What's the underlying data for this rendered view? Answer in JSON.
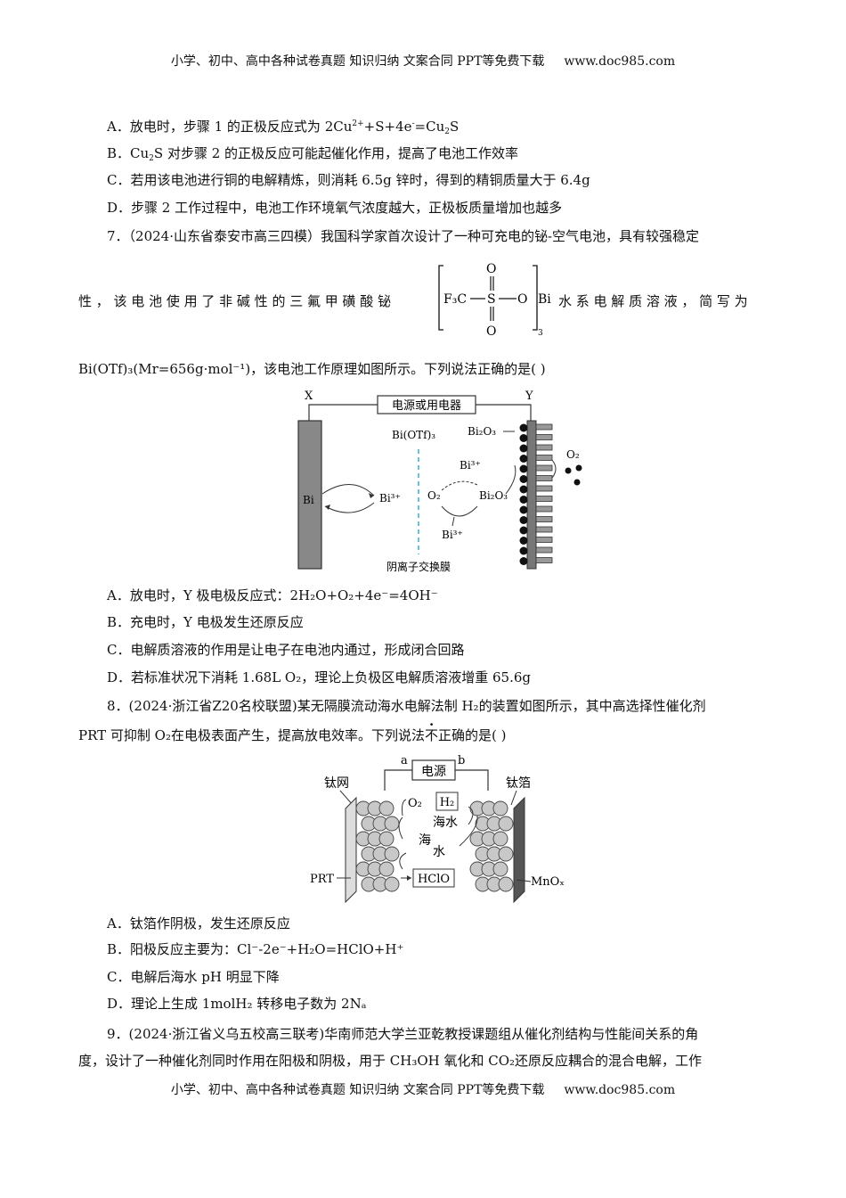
{
  "header": {
    "text": "小学、初中、高中各种试卷真题 知识归纳 文案合同 PPT等免费下载",
    "site": "www.doc985.com"
  },
  "footer": {
    "text": "小学、初中、高中各种试卷真题 知识归纳 文案合同 PPT等免费下载",
    "site": "www.doc985.com"
  },
  "q6": {
    "a": {
      "label": "A．",
      "text1": "放电时，步骤 1 的正极反应式为 2Cu",
      "sup1": "2+",
      "text2": "+S+4e",
      "sup2": "-",
      "text3": "=Cu",
      "sub1": "2",
      "text4": "S"
    },
    "b": {
      "label": "B．",
      "text1": "Cu",
      "sub1": "2",
      "text2": "S 对步骤 2 的正极反应可能起催化作用，提高了电池工作效率"
    },
    "c": {
      "label": "C．",
      "text": "若用该电池进行铜的电解精炼，则消耗 6.5g 锌时，得到的精铜质量大于 6.4g"
    },
    "d": {
      "label": "D．",
      "text": "步骤 2 工作过程中，电池工作环境氧气浓度越大，正极板质量增加也越多"
    }
  },
  "q7": {
    "stem1": "7．（2024·山东省泰安市高三四模）我国科学家首次设计了一种可充电的铋-空气电池，具有较强稳定",
    "stem2_left": "性 ， 该 电 池 使 用 了 非 碱 性 的 三 氟 甲 磺 酸 铋",
    "stem2_right": "水 系 电 解 质 溶 液 ， 简 写 为",
    "stem3": "Bi(OTf)₃(Mr=656g·mol⁻¹)，该电池工作原理如图所示。下列说法正确的是(    )",
    "formula": {
      "f3c": "F₃C",
      "s": "S",
      "o_top": "O",
      "o_bottom": "O",
      "o_right": "O",
      "bi": "Bi",
      "sub3": "3"
    },
    "figure": {
      "x": "X",
      "y": "Y",
      "source": "电源或用电器",
      "electrolyte": "Bi(OTf)₃",
      "bi": "Bi",
      "bi3_left": "Bi³⁺",
      "bi2o3_top": "Bi₂O₃",
      "bi3_mid": "Bi³⁺",
      "o2_mid": "O₂",
      "bi2o3_mid": "Bi₂O₃",
      "bi3_bottom": "Bi³⁺",
      "o2_right": "O₂",
      "membrane": "阴离子交换膜"
    },
    "a": "A．放电时，Y 极电极反应式：2H₂O+O₂+4e⁻=4OH⁻",
    "b": "B．充电时，Y 电极发生还原反应",
    "c": "C．电解质溶液的作用是让电子在电池内通过，形成闭合回路",
    "d": "D．若标准状况下消耗 1.68L O₂，理论上负极区电解质溶液增重 65.6g"
  },
  "q8": {
    "stem1": "8．(2024·浙江省Z20名校联盟)某无隔膜流动海水电解法制 H₂的装置如图所示，其中高选择性催化剂",
    "stem2_a": "PRT 可抑制 O₂在电极表面产生，提高放电效率。下列说法",
    "stem2_em": "不正",
    "stem2_b": "确的是(    )",
    "figure": {
      "a": "a",
      "b": "b",
      "source": "电源",
      "ti_mesh": "钛网",
      "ti_foil": "钛箔",
      "o2": "O₂",
      "h2": "H₂",
      "seawater1": "海水",
      "seawater2a": "海",
      "seawater2b": "水",
      "prt": "PRT",
      "hclo": "HClO",
      "mnox": "MnOₓ"
    },
    "a": "A．钛箔作阴极，发生还原反应",
    "b": "B．阳极反应主要为：Cl⁻-2e⁻+H₂O=HClO+H⁺",
    "c": "C．电解后海水 pH 明显下降",
    "d": "D．理论上生成 1molH₂ 转移电子数为 2Nₐ"
  },
  "q9": {
    "stem1": "9．(2024·浙江省义乌五校高三联考)华南师范大学兰亚乾教授课题组从催化剂结构与性能间关系的角",
    "stem2": "度，设计了一种催化剂同时作用在阳极和阴极，用于 CH₃OH 氧化和 CO₂还原反应耦合的混合电解，工作"
  }
}
